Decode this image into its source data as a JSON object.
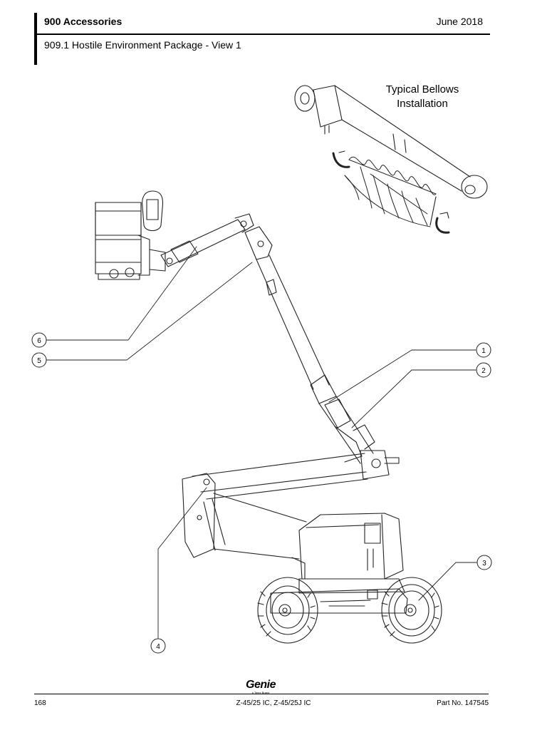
{
  "header": {
    "section": "900 Accessories",
    "date": "June 2018",
    "subtitle": "909.1 Hostile Environment Package - View 1"
  },
  "figure": {
    "inset_label": "Typical Bellows Installation",
    "callouts": [
      "1",
      "2",
      "3",
      "4",
      "5",
      "6"
    ]
  },
  "footer": {
    "page_number": "168",
    "models": "Z-45/25 IC, Z-45/25J IC",
    "part_number": "Part No. 147545",
    "logo": "Genie",
    "logo_tagline": "a Terex Brand"
  }
}
